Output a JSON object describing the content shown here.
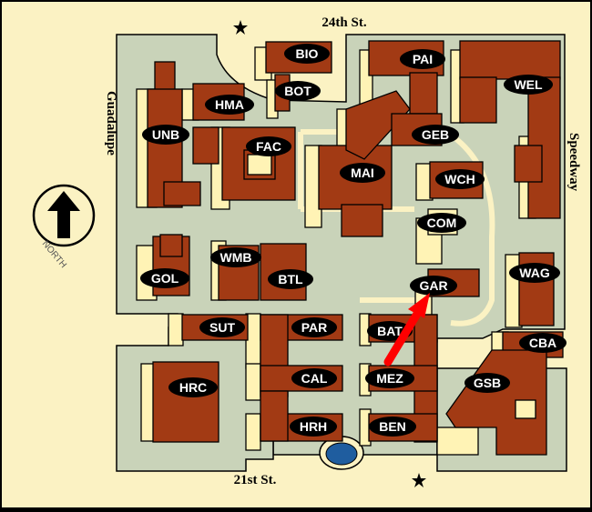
{
  "map": {
    "streets": {
      "north": "24th St.",
      "south": "21st St.",
      "west": "Guadalupe",
      "east": "Speedway"
    },
    "compass_label": "NORTH",
    "buildings": [
      {
        "code": "BIO"
      },
      {
        "code": "PAI"
      },
      {
        "code": "BOT"
      },
      {
        "code": "HMA"
      },
      {
        "code": "WEL"
      },
      {
        "code": "UNB"
      },
      {
        "code": "FAC"
      },
      {
        "code": "GEB"
      },
      {
        "code": "MAI"
      },
      {
        "code": "WCH"
      },
      {
        "code": "COM"
      },
      {
        "code": "WMB"
      },
      {
        "code": "GOL"
      },
      {
        "code": "BTL"
      },
      {
        "code": "GAR"
      },
      {
        "code": "WAG"
      },
      {
        "code": "SUT"
      },
      {
        "code": "PAR"
      },
      {
        "code": "BAT"
      },
      {
        "code": "CBA"
      },
      {
        "code": "HRC"
      },
      {
        "code": "CAL"
      },
      {
        "code": "MEZ"
      },
      {
        "code": "GSB"
      },
      {
        "code": "HRH"
      },
      {
        "code": "BEN"
      }
    ],
    "colors": {
      "ground": "#fbf2c3",
      "lawn": "#c9d3b9",
      "building_roof": "#a23a14",
      "building_side": "#fff3b5",
      "label_bg": "#000000",
      "label_text": "#ffffff",
      "arrow": "#ff0000",
      "fountain": "#1f5d9f"
    }
  }
}
